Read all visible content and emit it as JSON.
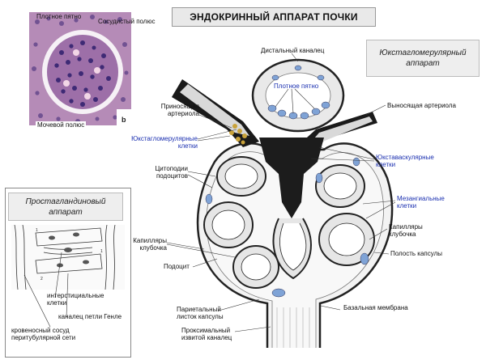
{
  "title": "ЭНДОКРИННЫЙ АППАРАТ ПОЧКИ",
  "juxtaglomerular_box": "Юкстагломерулярный\nаппарат",
  "prostaglandin_box": "Простагландиновый\nаппарат",
  "micrograph_labels": {
    "macula_densa": "Плотное пятно",
    "vascular_pole": "Сосудистый полюс",
    "urinary_pole": "Мочевой полюс"
  },
  "diagram_labels": {
    "distal_tubule": "Дистальный каналец",
    "macula_densa": "Плотное пятно",
    "afferent_arteriole": "Приносящая\nартериола",
    "efferent_arteriole": "Выносящая артериола",
    "jg_cells": "Юкстагломерулярные\nклетки",
    "juxtavascular_cells": "Юкставаскулярные\nклетки",
    "podocyte_cytopodia": "Цитоподии\nподоцитов",
    "mesangial_cells": "Мезангиальные\nклетки",
    "capillaries_right": "Капилляры\nклубочка",
    "capillaries_left": "Капилляры\nклубочка",
    "capsule_cavity": "Полость капсулы",
    "podocyte": "Подоцит",
    "parietal_layer": "Париетальный\nлисток капсулы",
    "basement_membrane": "Базальная мембрана",
    "proximal_tubule": "Проксимальный\nизвитой каналец"
  },
  "prostaglandin_labels": {
    "interstitial_cells": "интерстициальные\nклетки",
    "henle_loop": "каналец петли Генле",
    "peritubular_vessel": "кровеносный сосуд\nперитубулярной сети"
  },
  "colors": {
    "label_blue": "#1a2fb0",
    "title_bg": "#e9e9e9",
    "micro_bg": "#b58bb7",
    "jg_cells": "#c9a23a",
    "nucleus_blue": "#7fa3d6"
  }
}
